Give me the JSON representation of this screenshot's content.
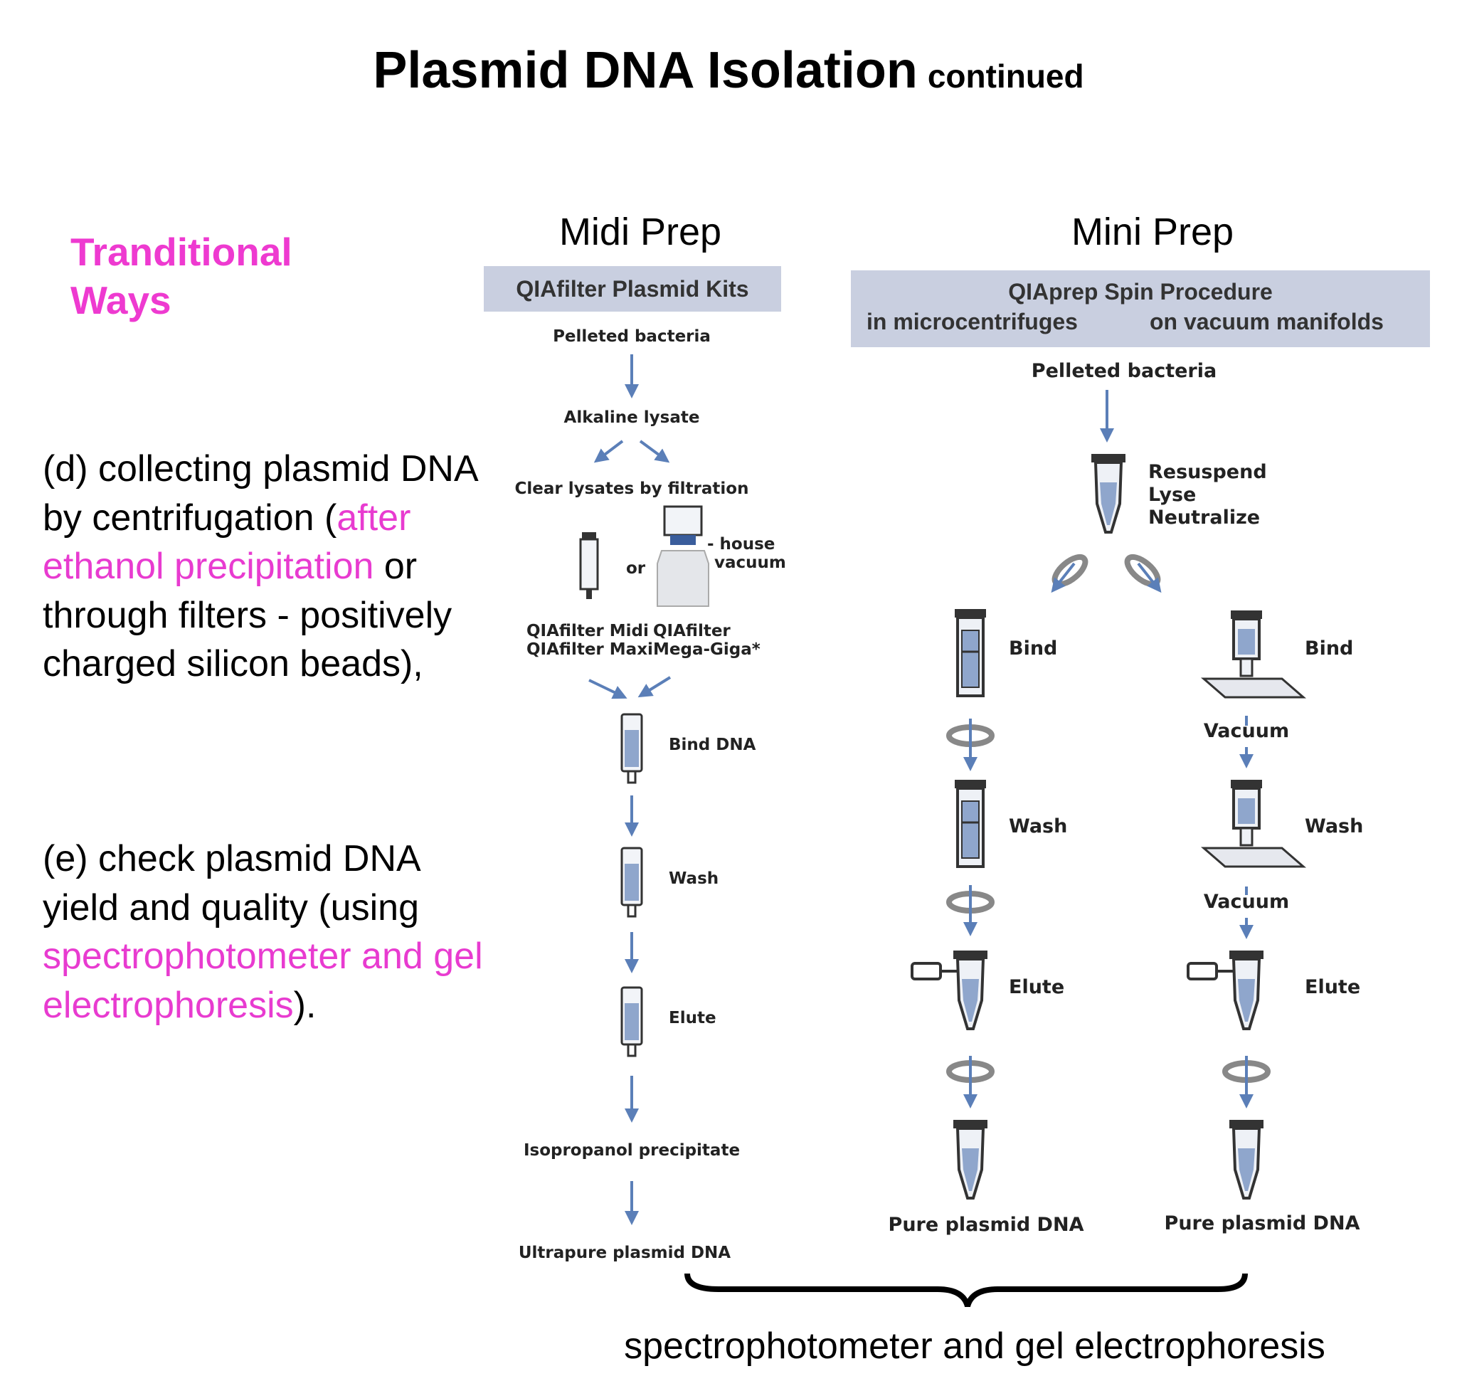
{
  "title": {
    "main": "Plasmid DNA Isolation",
    "sub": "continued"
  },
  "side_heading": [
    "Tranditional",
    "Ways"
  ],
  "paragraph_d": {
    "before": "(d) collecting plasmid DNA by centrifugation (",
    "highlight": "after ethanol precipitation",
    "after": " or through filters - positively charged silicon beads),"
  },
  "paragraph_e": {
    "before": "(e) check plasmid DNA yield and quality (using ",
    "highlight": "spectrophotometer and gel electrophoresis",
    "after": ")."
  },
  "midi": {
    "title": "Midi Prep",
    "kit": "QIAfilter Plasmid Kits",
    "steps": {
      "pelleted": "Pelleted bacteria",
      "alkaline": "Alkaline lysate",
      "clear": "Clear lysates by filtration",
      "or": "or",
      "house_vacuum_1": "- house",
      "house_vacuum_2": "vacuum",
      "filter_midi": "QIAfilter Midi",
      "filter_maxi": "QIAfilter Maxi",
      "filter_qia": "QIAfilter",
      "filter_mega": "Mega-Giga*",
      "bind": "Bind DNA",
      "wash": "Wash",
      "elute": "Elute",
      "isopropanol": "Isopropanol precipitate",
      "ultrapure": "Ultrapure plasmid DNA"
    }
  },
  "mini": {
    "title": "Mini Prep",
    "kit_line1": "QIAprep Spin Procedure",
    "kit_line2_left": "in microcentrifuges",
    "kit_line2_right": "on vacuum manifolds",
    "steps": {
      "pelleted": "Pelleted bacteria",
      "resuspend": "Resuspend",
      "lyse": "Lyse",
      "neutralize": "Neutralize",
      "bind": "Bind",
      "vacuum": "Vacuum",
      "wash": "Wash",
      "elute": "Elute",
      "pure": "Pure plasmid DNA"
    }
  },
  "bottom_caption": "spectrophotometer and gel electrophoresis",
  "colors": {
    "highlight": "#e83bd0",
    "heading": "#ee3ad0",
    "kit_box": "#c9cfe0",
    "arrow": "#5b7fb8",
    "tube_fill": "#8fa6cc"
  }
}
